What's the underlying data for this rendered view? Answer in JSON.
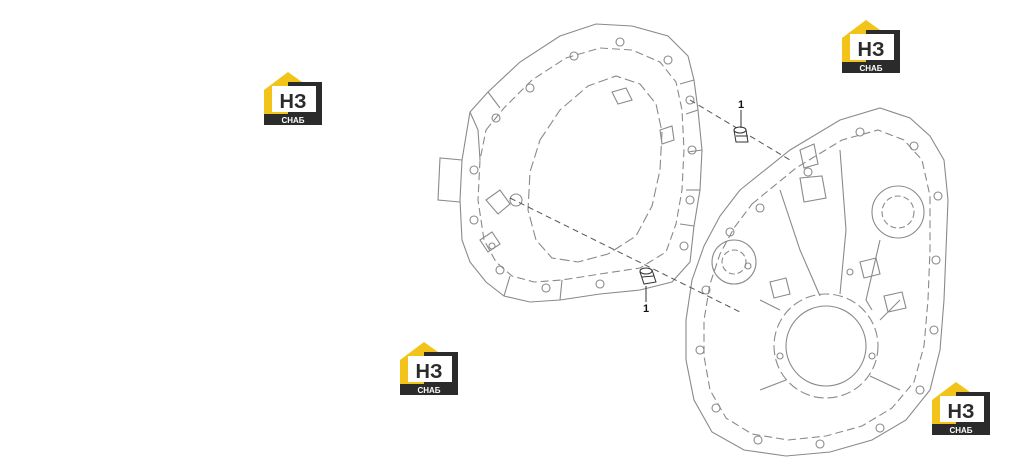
{
  "diagram": {
    "callouts": [
      {
        "id": "top",
        "label": "1"
      },
      {
        "id": "bottom",
        "label": "1"
      }
    ]
  },
  "watermark": {
    "brand_main": "НЗ",
    "brand_sub": "СНАБ",
    "colors": {
      "accent": "#f2c318",
      "dark": "#2b2b2b",
      "white": "#ffffff"
    }
  },
  "colors": {
    "line": "#8a8a8a",
    "line_dark": "#555555",
    "background": "#ffffff"
  }
}
